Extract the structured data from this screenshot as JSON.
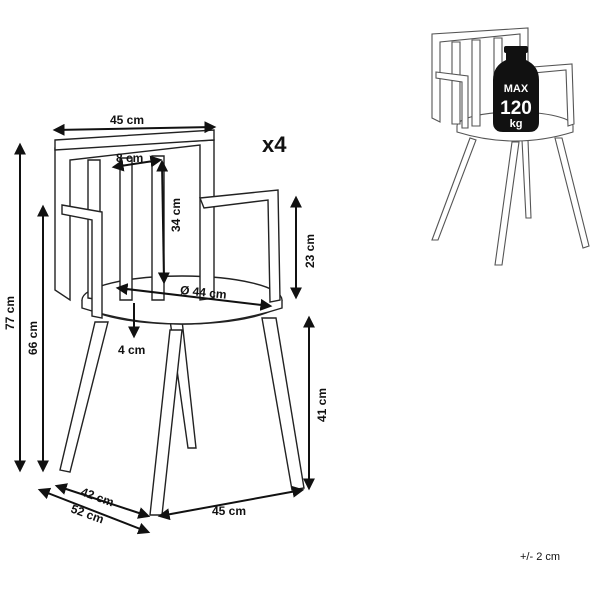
{
  "quantity": "x4",
  "tolerance": "+/- 2 cm",
  "load_badge": {
    "line1": "MAX",
    "line2": "120",
    "line3": "kg"
  },
  "dimensions": {
    "top_width": "45 cm",
    "slat_width": "8 cm",
    "backrest_height": "34 cm",
    "seat_diameter": "Ø 44 cm",
    "seat_thickness": "4 cm",
    "armrest_height": "23 cm",
    "total_height": "77 cm",
    "armrest_floor_height": "66 cm",
    "seat_height": "41 cm",
    "depth_legs": "42 cm",
    "depth_total": "52 cm",
    "width_legs": "45 cm"
  }
}
